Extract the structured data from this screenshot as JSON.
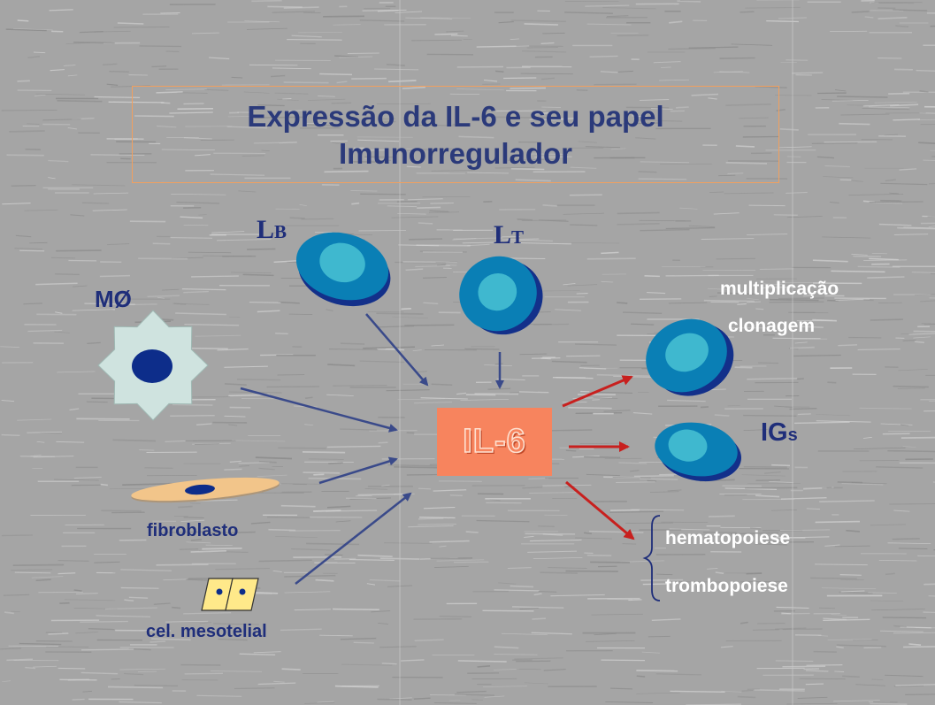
{
  "title": {
    "line1": "Expressão da IL-6 e seu papel",
    "line2": "Imunorregulador"
  },
  "center": {
    "label": "IL-6"
  },
  "sources": {
    "lb": {
      "main": "L",
      "sub": "B"
    },
    "lt": {
      "main": "L",
      "sub": "T"
    },
    "macrophage": "MØ",
    "fibroblast": "fibroblasto",
    "mesothelial": "cel. mesotelial"
  },
  "effects": {
    "multiplicacao": "multiplicação",
    "clonagem": "clonagem",
    "igs": {
      "main": "IG",
      "sub": "s"
    },
    "hematopoiese": "hematopoiese",
    "trombopoiese": "trombopoiese"
  },
  "colors": {
    "background": "#a5a5a5",
    "title_text": "#2b3a7a",
    "title_border": "#f0a060",
    "il6_box": "#f7845e",
    "cell_outer": "#0a7fb5",
    "cell_inner": "#3fb8cf",
    "cell_shadow": "#13308a",
    "arrow_in": "#3a4a8a",
    "arrow_out": "#c8201e",
    "macrophage_body": "#cfe3df",
    "fibroblast_body": "#f2c58a",
    "mesothelial_body": "#ffe98a"
  }
}
